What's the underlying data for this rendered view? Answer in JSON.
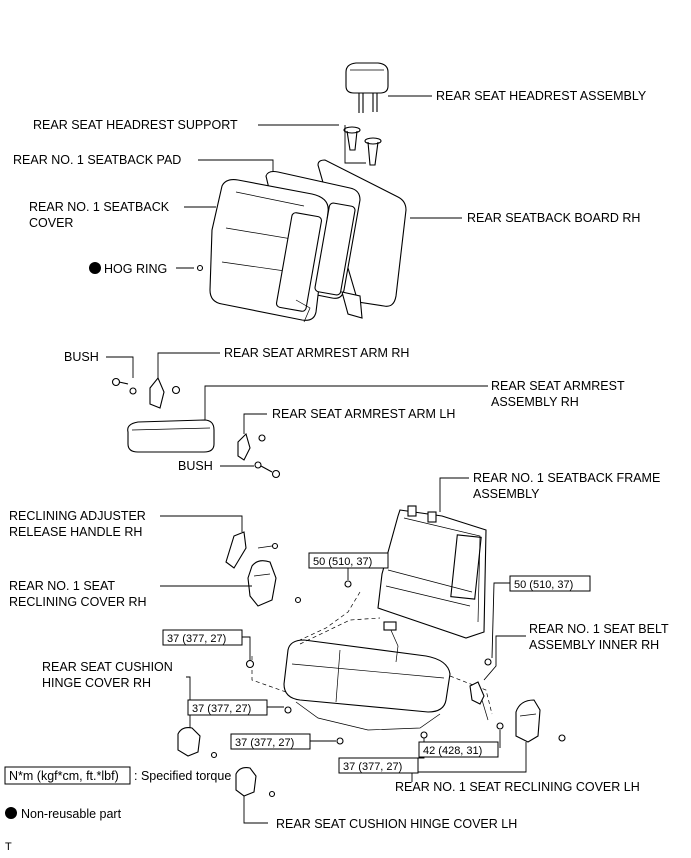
{
  "labels": {
    "headrest_assembly": "REAR SEAT HEADREST ASSEMBLY",
    "headrest_support": "REAR SEAT HEADREST SUPPORT",
    "seatback_pad": "REAR NO. 1 SEATBACK PAD",
    "seatback_cover_1": "REAR NO. 1 SEATBACK",
    "seatback_cover_2": "COVER",
    "seatback_board": "REAR SEATBACK BOARD RH",
    "hog_ring": "HOG RING",
    "bush_top": "BUSH",
    "armrest_arm_rh": "REAR SEAT ARMREST ARM RH",
    "armrest_assembly_1": "REAR SEAT ARMREST",
    "armrest_assembly_2": "ASSEMBLY RH",
    "armrest_arm_lh": "REAR SEAT ARMREST ARM LH",
    "bush_bottom": "BUSH",
    "seatback_frame_1": "REAR NO. 1 SEATBACK FRAME",
    "seatback_frame_2": "ASSEMBLY",
    "reclining_handle_1": "RECLINING ADJUSTER",
    "reclining_handle_2": "RELEASE HANDLE RH",
    "reclining_cover_rh_1": "REAR NO. 1 SEAT",
    "reclining_cover_rh_2": "RECLINING COVER RH",
    "seat_belt_1": "REAR NO. 1 SEAT BELT",
    "seat_belt_2": "ASSEMBLY INNER RH",
    "hinge_cover_rh_1": "REAR SEAT CUSHION",
    "hinge_cover_rh_2": "HINGE COVER RH",
    "reclining_cover_lh": "REAR NO. 1 SEAT RECLINING COVER LH",
    "hinge_cover_lh": "REAR SEAT CUSHION HINGE COVER LH"
  },
  "torques": {
    "t1": "50 (510, 37)",
    "t2": "50 (510, 37)",
    "t3": "37 (377, 27)",
    "t4": "37 (377, 27)",
    "t5": "37 (377, 27)",
    "t6": "37 (377, 27)",
    "t7": "42 (428, 31)"
  },
  "legend": {
    "torque_unit": "N*m (kgf*cm, ft.*lbf)",
    "torque_desc": ": Specified torque",
    "non_reusable": "Non-reusable part"
  },
  "footer": {
    "code": "T"
  }
}
